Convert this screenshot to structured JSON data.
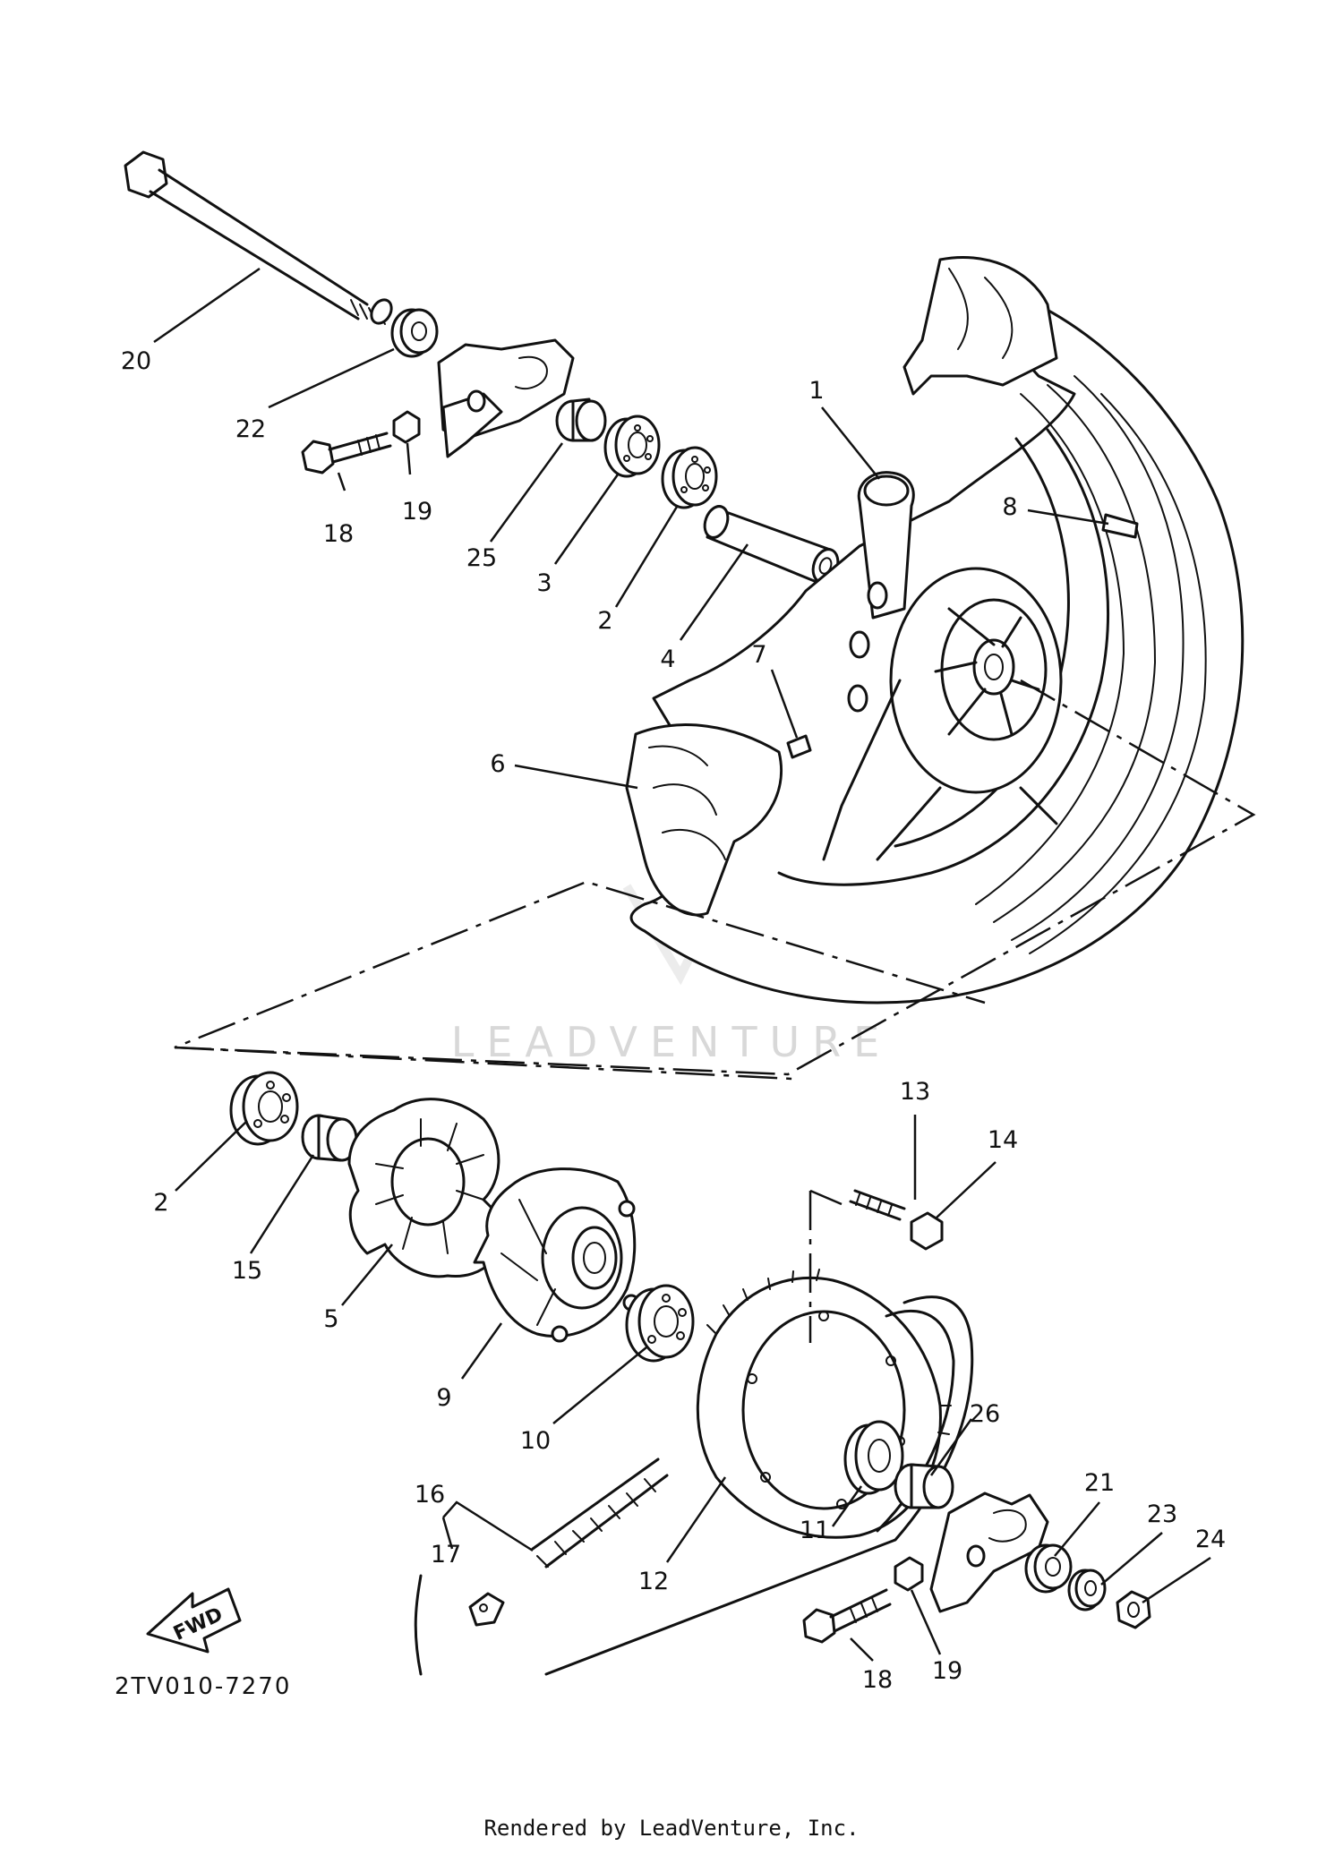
{
  "diagram": {
    "drawing_code": "2TV010-7270",
    "watermark": "LEADVENTURE",
    "credit": "Rendered by LeadVenture, Inc.",
    "direction_label": "FWD",
    "callouts": [
      "1",
      "2",
      "2",
      "3",
      "4",
      "5",
      "6",
      "7",
      "8",
      "9",
      "10",
      "11",
      "12",
      "13",
      "14",
      "15",
      "16",
      "17",
      "18",
      "18",
      "19",
      "19",
      "20",
      "21",
      "22",
      "23",
      "24",
      "25",
      "26"
    ]
  }
}
